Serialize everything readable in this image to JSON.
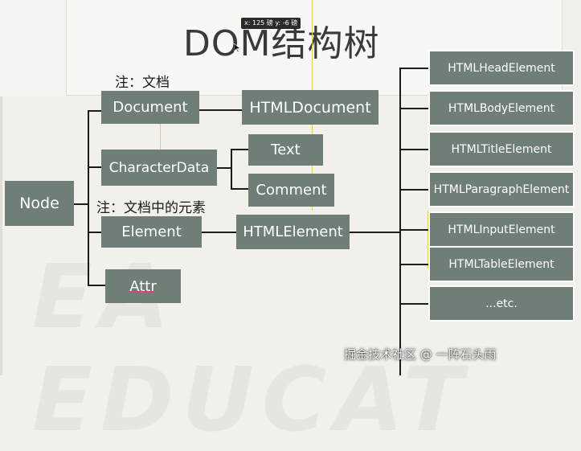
{
  "title": "DOM结构树",
  "tooltip": "x: 125 磅  y: -6 磅",
  "watermark": "EA EDUCAT",
  "notes": {
    "document": "注：文档",
    "element": "注：文档中的元素"
  },
  "nodes": {
    "node": "Node",
    "document": "Document",
    "character_data": "CharacterData",
    "element": "Element",
    "attr": "Attr",
    "html_document": "HTMLDocument",
    "text": "Text",
    "comment": "Comment",
    "html_element": "HTMLElement"
  },
  "html_elements": [
    "HTMLHeadElement",
    "HTMLBodyElement",
    "HTMLTitleElement",
    "HTMLParagraphElement",
    "HTMLInputElement",
    "HTMLTableElement",
    "...etc."
  ],
  "credit": "掘金技术社区 @ 一阵石头雨",
  "colors": {
    "box_fill": "#6f7f78",
    "box_text": "#ffffff",
    "background": "#f1f0ea",
    "line": "#1b1b1b",
    "guide": "#e4d24c"
  }
}
